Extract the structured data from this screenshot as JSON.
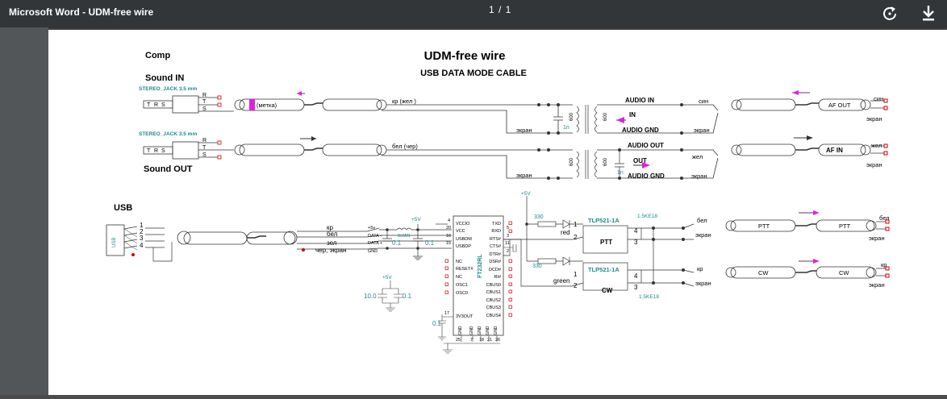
{
  "window": {
    "title": "Microsoft Word - UDM-free wire",
    "page_indicator": "1 / 1"
  },
  "toolbar": {
    "rotate_icon": "rotate-icon",
    "download_icon": "download-icon"
  },
  "doc": {
    "comp": "Comp",
    "title": "UDM-free wire",
    "subtitle": "USB DATA MODE CABLE",
    "sound_in": "Sound IN",
    "sound_out": "Sound OUT",
    "usb": "USB",
    "jack_label": "STEREO_JACK 3.5 mm",
    "jack_pins": [
      "T",
      "R",
      "S"
    ],
    "jack_side_pins": [
      "R",
      "T",
      "S"
    ],
    "metka": "(метка)",
    "wire_kr_zhel": "кр (жел )",
    "wire_bel_cher": "бел (чер)",
    "ekran": "экран",
    "audio_in": "AUDIO IN",
    "audio_out": "AUDIO OUT",
    "audio_gnd": "AUDIO GND",
    "in": "IN",
    "out": "OUT",
    "sin": "син",
    "zhel": "жел",
    "af_out": "AF OUT",
    "af_in": "AF IN",
    "cap_1n": "1n",
    "trans_600": "600",
    "usb_pins": [
      "1",
      "2",
      "3",
      "4"
    ],
    "usb_wires": [
      "кр",
      "бел",
      "зел",
      "чер, экран"
    ],
    "usb_signals": [
      "+5v",
      "DATA -",
      "DATA +",
      "GND"
    ],
    "usb_conn": "USB",
    "plus5v": "+5V",
    "blm": "BLM21",
    "cap_01": "0.1",
    "cap_10": "10.0",
    "chip_name": "FT232RL",
    "chip_left_pins": [
      "VCCIO",
      "VCC",
      "USBDM",
      "USBDP",
      "NC",
      "RESET#",
      "NC",
      "OSC1",
      "OSC0",
      "3V3OUT"
    ],
    "chip_left_nums": [
      "4",
      "20",
      "16",
      "15",
      "17"
    ],
    "chip_right_pins": [
      "TXD",
      "RXD",
      "RTS#",
      "CTS#",
      "DTR#",
      "DSR#",
      "DCD#",
      "RI#",
      "CBUS0",
      "CBUS1",
      "CBUS2",
      "CBUS3",
      "CBUS4"
    ],
    "chip_right_nums": [
      "1",
      "5",
      "3",
      "11",
      "2",
      "9",
      "10",
      "6"
    ],
    "chip_bottom": [
      "25",
      "7",
      "18",
      "21",
      "26"
    ],
    "chip_gnd": [
      "GND",
      "GND",
      "GND",
      "GND",
      "GND"
    ],
    "r330": "330",
    "led_red": "red",
    "led_green": "green",
    "opto": "TLP521-1A",
    "ptt": "PTT",
    "cw": "CW",
    "tvs": "1.5KE18",
    "bel": "бел",
    "kr": "кр",
    "opto_pins": [
      "1",
      "2",
      "4",
      "3"
    ]
  }
}
